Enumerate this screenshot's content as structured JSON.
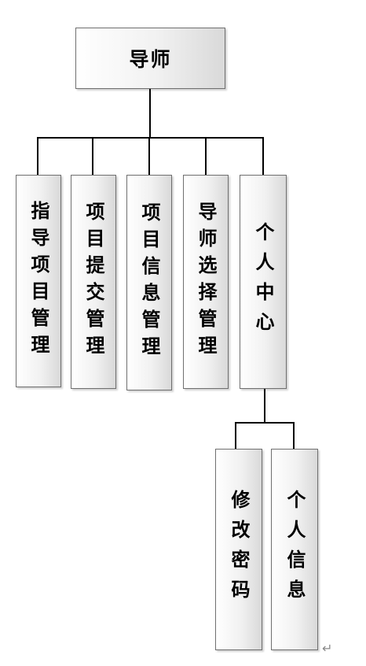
{
  "root": {
    "label": "导师"
  },
  "children": [
    {
      "label": "指导项目管理"
    },
    {
      "label": "项目提交管理"
    },
    {
      "label": "项目信息管理"
    },
    {
      "label": "导师选择管理"
    },
    {
      "label": "个人中心"
    }
  ],
  "personal_center_children": [
    {
      "label": "修改密码"
    },
    {
      "label": "个人信息"
    }
  ],
  "colors": {
    "line": "#000000",
    "border": "#6f6f6f",
    "box_fill_end": "#d9d9d9"
  }
}
